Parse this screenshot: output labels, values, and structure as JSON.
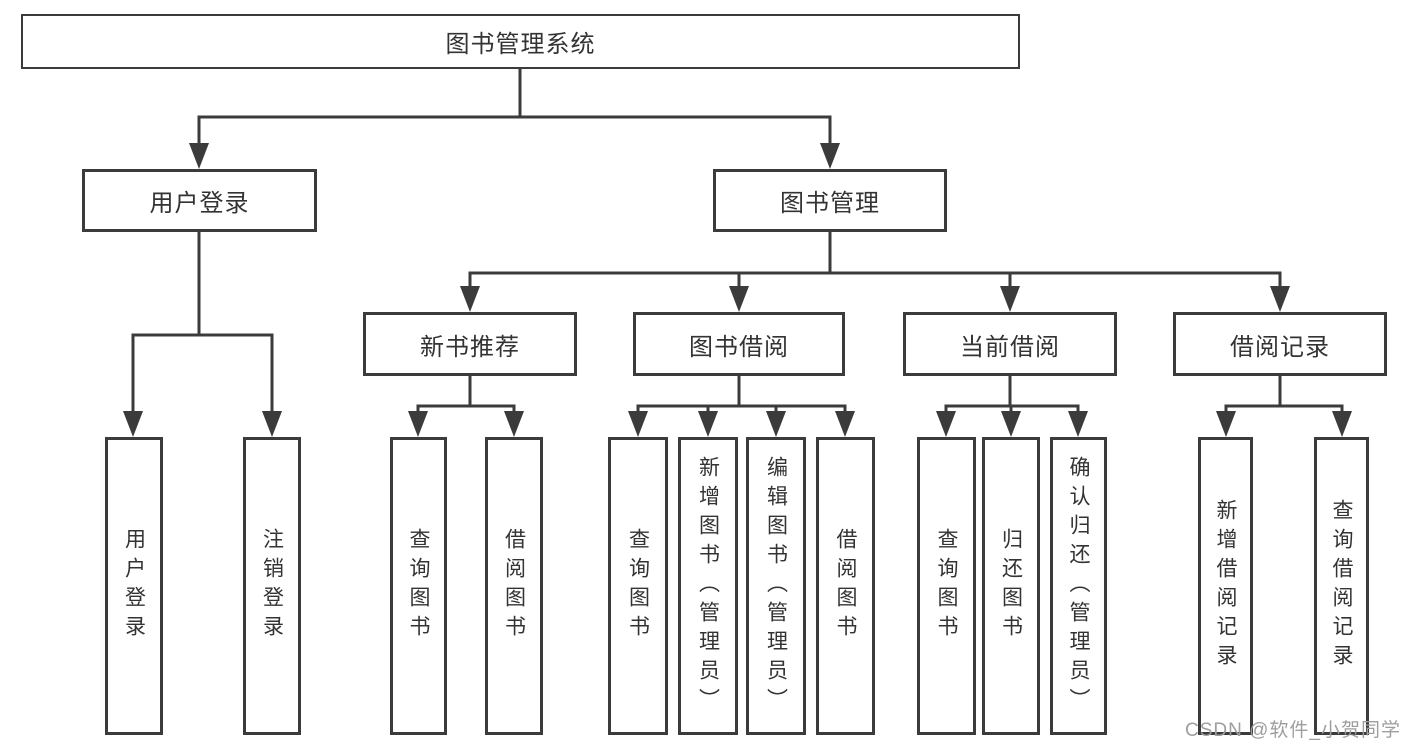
{
  "diagram": {
    "title": "图书管理系统",
    "root": {
      "label": "图书管理系统"
    },
    "branches": [
      {
        "label": "用户登录",
        "children": [
          {
            "label": "用户登录"
          },
          {
            "label": "注销登录"
          }
        ]
      },
      {
        "label": "图书管理",
        "children": [
          {
            "label": "新书推荐",
            "children": [
              {
                "label": "查询图书"
              },
              {
                "label": "借阅图书"
              }
            ]
          },
          {
            "label": "图书借阅",
            "children": [
              {
                "label": "查询图书"
              },
              {
                "label": "新增图书（管理员）"
              },
              {
                "label": "编辑图书（管理员）"
              },
              {
                "label": "借阅图书"
              }
            ]
          },
          {
            "label": "当前借阅",
            "children": [
              {
                "label": "查询图书"
              },
              {
                "label": "归还图书"
              },
              {
                "label": "确认归还（管理员）"
              }
            ]
          },
          {
            "label": "借阅记录",
            "children": [
              {
                "label": "新增借阅记录"
              },
              {
                "label": "查询借阅记录"
              }
            ]
          }
        ]
      }
    ]
  },
  "watermark": {
    "text": "CSDN @软件_小贺同学"
  },
  "colors": {
    "line": "#3b3b3b",
    "box_border": "#3b3b3b",
    "text": "#333333",
    "watermark": "#9e9e9e",
    "background": "#ffffff"
  }
}
